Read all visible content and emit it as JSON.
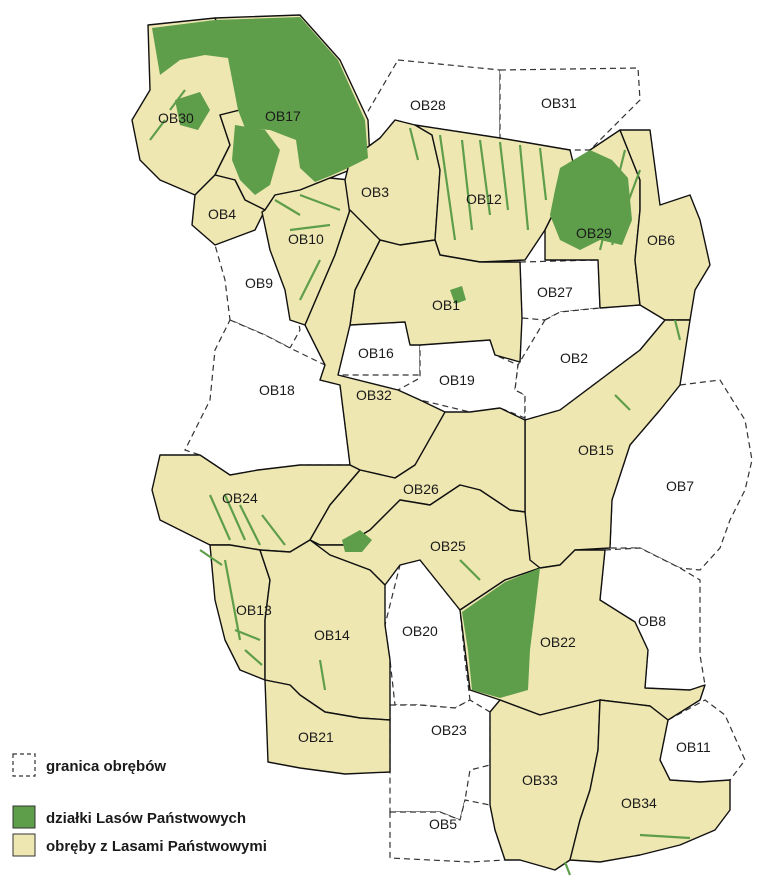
{
  "colors": {
    "forest": "#5e9e4a",
    "precinct_with_forest": "#efe7b2",
    "boundary": "#111111",
    "dashed_boundary": "#333333",
    "background": "#ffffff"
  },
  "legend": [
    {
      "label": "granica obrębów",
      "symbol": "dashed-box"
    },
    {
      "label": "działki Lasów Państwowych",
      "symbol": "green-box"
    },
    {
      "label": "obręby z Lasami Państwowymi",
      "symbol": "tan-box"
    }
  ],
  "precincts": [
    {
      "id": "OB30",
      "label": "OB30",
      "has_forest": true
    },
    {
      "id": "OB17",
      "label": "OB17",
      "has_forest": true
    },
    {
      "id": "OB28",
      "label": "OB28",
      "has_forest": false
    },
    {
      "id": "OB31",
      "label": "OB31",
      "has_forest": false
    },
    {
      "id": "OB3",
      "label": "OB3",
      "has_forest": true
    },
    {
      "id": "OB12",
      "label": "OB12",
      "has_forest": true
    },
    {
      "id": "OB29",
      "label": "OB29",
      "has_forest": true
    },
    {
      "id": "OB6",
      "label": "OB6",
      "has_forest": true
    },
    {
      "id": "OB4",
      "label": "OB4",
      "has_forest": true
    },
    {
      "id": "OB10",
      "label": "OB10",
      "has_forest": true
    },
    {
      "id": "OB9",
      "label": "OB9",
      "has_forest": false
    },
    {
      "id": "OB1",
      "label": "OB1",
      "has_forest": true
    },
    {
      "id": "OB27",
      "label": "OB27",
      "has_forest": false
    },
    {
      "id": "OB16",
      "label": "OB16",
      "has_forest": false
    },
    {
      "id": "OB2",
      "label": "OB2",
      "has_forest": false
    },
    {
      "id": "OB19",
      "label": "OB19",
      "has_forest": false
    },
    {
      "id": "OB18",
      "label": "OB18",
      "has_forest": false
    },
    {
      "id": "OB32",
      "label": "OB32",
      "has_forest": true
    },
    {
      "id": "OB15",
      "label": "OB15",
      "has_forest": true
    },
    {
      "id": "OB7",
      "label": "OB7",
      "has_forest": false
    },
    {
      "id": "OB24",
      "label": "OB24",
      "has_forest": true
    },
    {
      "id": "OB26",
      "label": "OB26",
      "has_forest": true
    },
    {
      "id": "OB25",
      "label": "OB25",
      "has_forest": true
    },
    {
      "id": "OB13",
      "label": "OB13",
      "has_forest": true
    },
    {
      "id": "OB14",
      "label": "OB14",
      "has_forest": true
    },
    {
      "id": "OB20",
      "label": "OB20",
      "has_forest": false
    },
    {
      "id": "OB22",
      "label": "OB22",
      "has_forest": true
    },
    {
      "id": "OB8",
      "label": "OB8",
      "has_forest": false
    },
    {
      "id": "OB21",
      "label": "OB21",
      "has_forest": true
    },
    {
      "id": "OB23",
      "label": "OB23",
      "has_forest": false
    },
    {
      "id": "OB11",
      "label": "OB11",
      "has_forest": false
    },
    {
      "id": "OB33",
      "label": "OB33",
      "has_forest": true
    },
    {
      "id": "OB34",
      "label": "OB34",
      "has_forest": true
    },
    {
      "id": "OB5",
      "label": "OB5",
      "has_forest": false
    }
  ]
}
